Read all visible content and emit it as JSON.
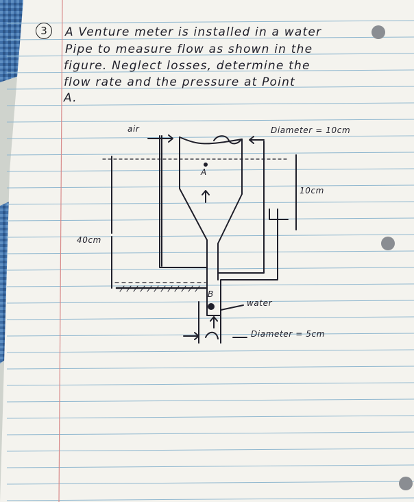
{
  "problem": {
    "number": "3",
    "lines": [
      "A Venture meter is installed in a water",
      "Pipe to measure flow as shown in the",
      "figure. Neglect losses, determine the",
      "flow rate and the pressure at Point",
      "A."
    ]
  },
  "diagram": {
    "label_air": "air",
    "label_diameter_top": "Diameter = 10cm",
    "label_point_a": "A",
    "label_point_b": "B",
    "label_10cm": "10cm",
    "label_40cm": "40cm",
    "label_water": "water",
    "label_diameter_bottom": "Diameter = 5cm"
  },
  "colors": {
    "paper": "#f4f3ee",
    "rule_line": "#8fb7cf",
    "margin_line": "#d88a8a",
    "ink": "#1f1f2a",
    "binder_cloth": "#3f6fa8"
  }
}
